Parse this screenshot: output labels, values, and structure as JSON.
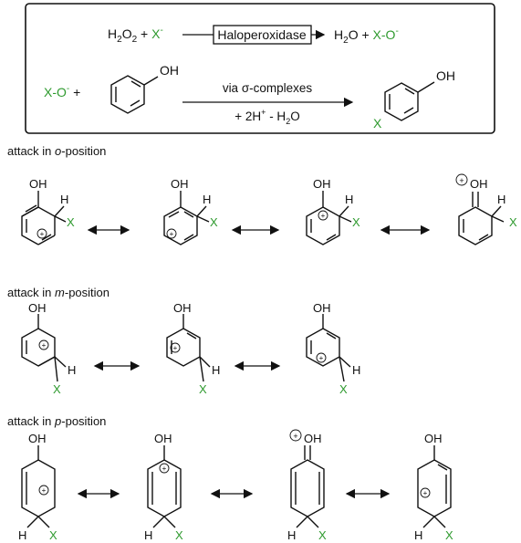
{
  "colors": {
    "ink": "#111111",
    "halogen": "#2e9a2e"
  },
  "scheme": {
    "reaction1": {
      "h2o2": "H",
      "sub2": "2",
      "o": "O",
      "plus": "+",
      "x": "X",
      "xminus": "-",
      "enzyme": "Haloperoxidase",
      "water": "H",
      "water_sub": "2",
      "water_o": "O",
      "hypohalite": "X-O",
      "hypo_minus": "-"
    },
    "reaction2": {
      "reagent": "X-O",
      "reagent_minus": "-",
      "plus": "+",
      "oh": "OH",
      "arrow_top": "via σ-complexes",
      "arrow_bottom_a": "+ 2H",
      "arrow_bottom_sup": "+",
      "arrow_bottom_b": " - H",
      "arrow_bottom_sub": "2",
      "arrow_bottom_c": "O",
      "product_oh": "OH",
      "product_x": "X"
    }
  },
  "sections": [
    {
      "label_prefix": "attack in ",
      "label_italic": "o",
      "label_suffix": "-position"
    },
    {
      "label_prefix": "attack in ",
      "label_italic": "m",
      "label_suffix": "-position"
    },
    {
      "label_prefix": "attack in ",
      "label_italic": "p",
      "label_suffix": "-position"
    }
  ],
  "atoms": {
    "oh": "OH",
    "h": "H",
    "x": "X",
    "plus_charge": "+"
  }
}
